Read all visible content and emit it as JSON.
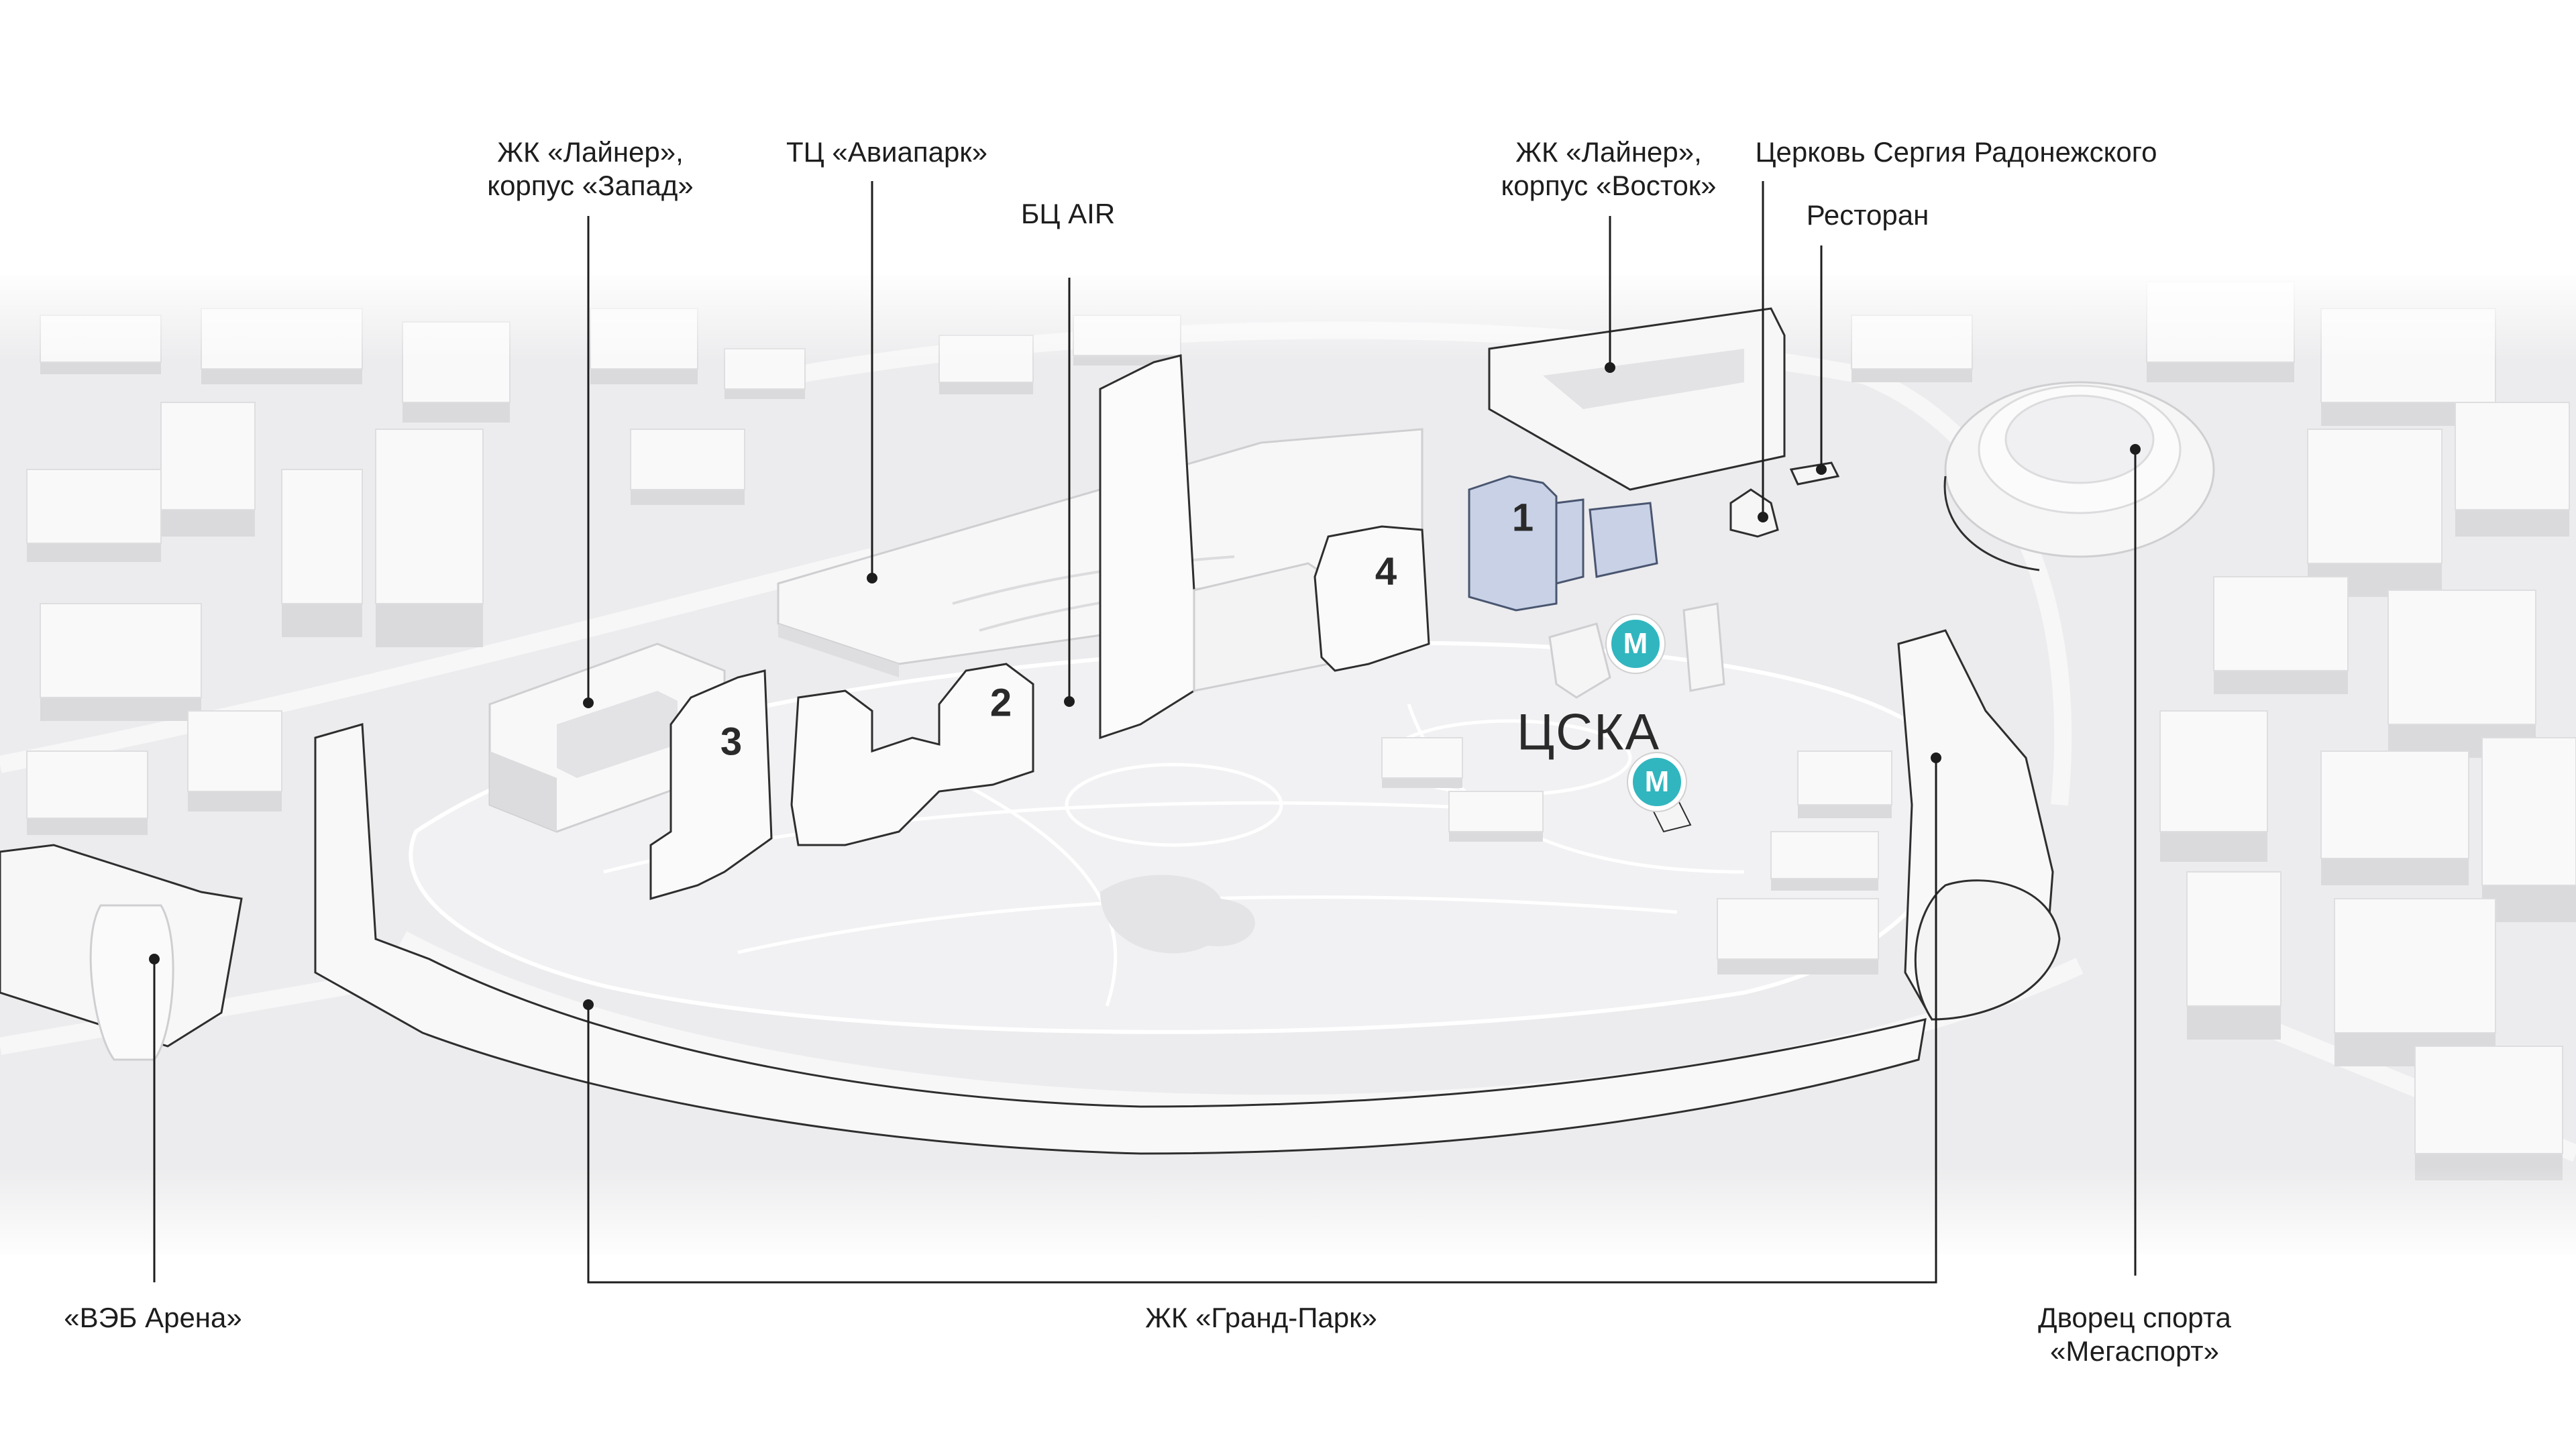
{
  "map": {
    "zone_label": "ЦСКА",
    "metro_symbol": "М",
    "colors": {
      "background": "#ffffff",
      "ground": "#ececee",
      "building": "#f9f9f9",
      "building_shadow": "#dadadc",
      "highlight_building": "#c8d1e6",
      "highlight_outline": "#4a5670",
      "metro": "#31b6bf",
      "leader_line": "#1d1d1d"
    }
  },
  "labels": {
    "liner_west_line1": "ЖК «Лайнер»,",
    "liner_west_line2": "корпус «Запад»",
    "aviapark": "ТЦ «Авиапарк»",
    "bc_air": "БЦ AIR",
    "liner_east_line1": "ЖК «Лайнер»,",
    "liner_east_line2": "корпус «Восток»",
    "church": "Церковь Сергия Радонежского",
    "restaurant": "Ресторан",
    "veb_arena": "«ВЭБ Арена»",
    "grand_park": "ЖК «Гранд-Парк»",
    "megasport_line1": "Дворец спорта",
    "megasport_line2": "«Мегаспорт»"
  },
  "building_numbers": [
    "1",
    "2",
    "3",
    "4"
  ]
}
